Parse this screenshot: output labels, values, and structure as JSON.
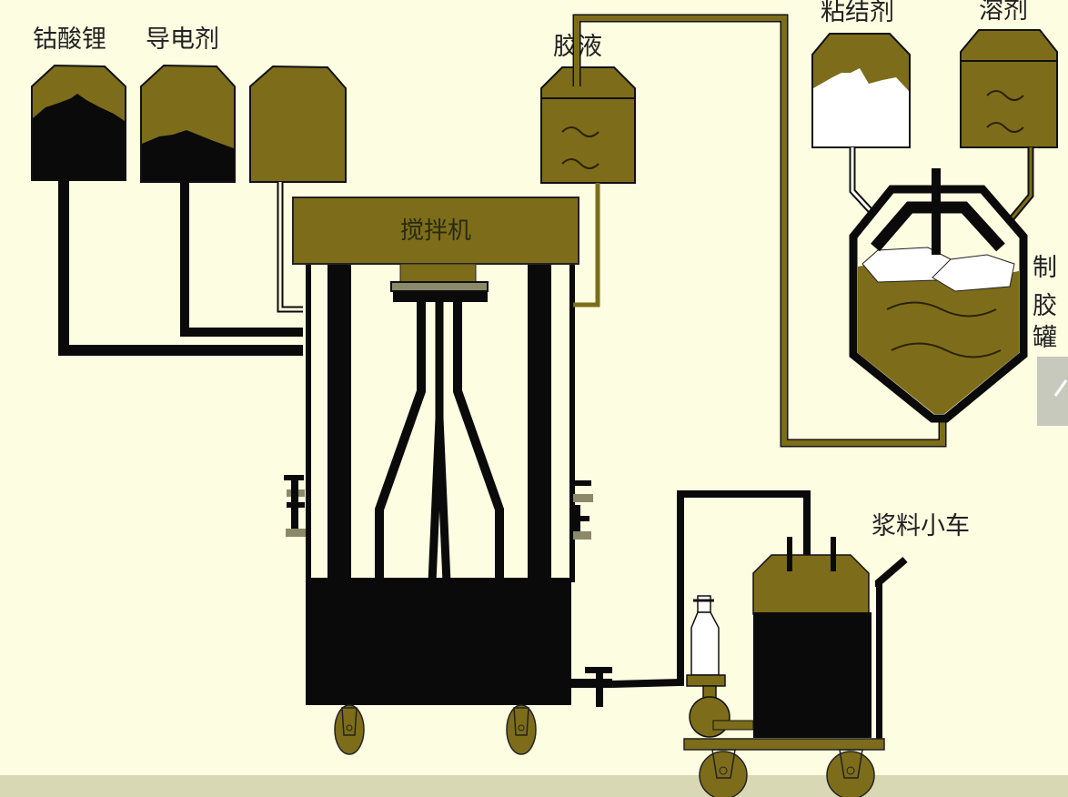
{
  "diagram": {
    "title": "锂电池浆料制备流程",
    "colors": {
      "background": "#fdfde2",
      "olive": "#7d6d1a",
      "black": "#0a0a0a",
      "white": "#ffffff",
      "floor": "#d9d8b4"
    },
    "labels": {
      "lithium_cobalt_oxide": "钴酸锂",
      "conductive_agent": "导电剂",
      "glue": "胶液",
      "binder": "粘结剂",
      "solvent": "溶剂",
      "mixer": "搅拌机",
      "glue_tank_1": "制",
      "glue_tank_2": "胶",
      "glue_tank_3": "罐",
      "slurry_cart": "浆料小车"
    }
  }
}
